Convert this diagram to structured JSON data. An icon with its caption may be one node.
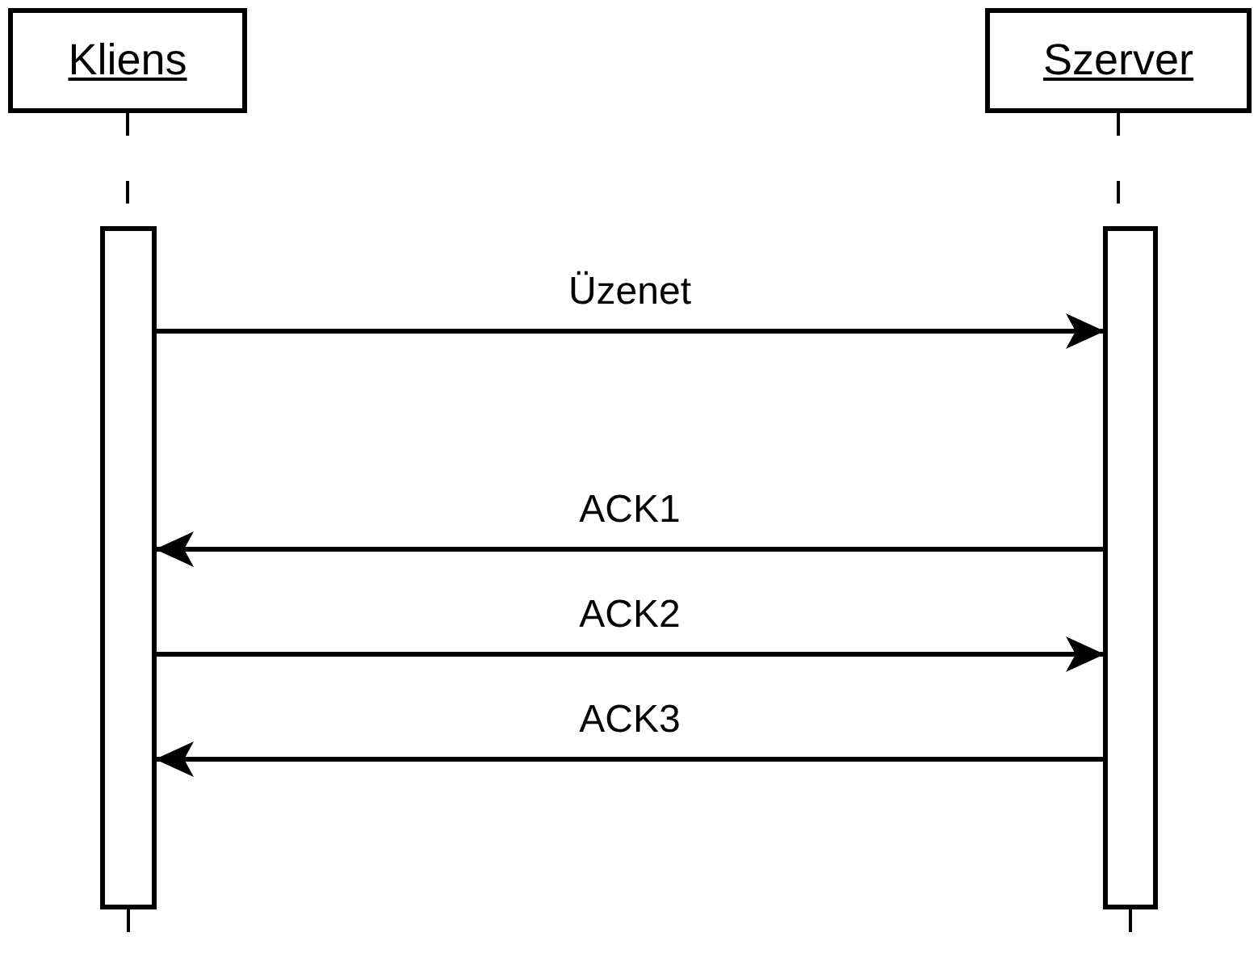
{
  "diagram": {
    "nodes": [
      {
        "text": [
          "Kliens"
        ]
      },
      {
        "text": [
          "Szerver"
        ]
      },
      {
        "text": [],
        "shape": "bar"
      },
      {
        "text": [],
        "shape": "bar"
      }
    ],
    "edges": [
      {
        "from": 0,
        "to": 2,
        "arrow": "none",
        "style": "dashed"
      },
      {
        "from": 1,
        "to": 3,
        "arrow": "none",
        "style": "dashed"
      },
      {
        "from": 2,
        "to": 3,
        "arrow": "to",
        "label": "Üzenet"
      },
      {
        "from": 3,
        "to": 2,
        "arrow": "to",
        "label": "ACK1"
      },
      {
        "from": 2,
        "to": 3,
        "arrow": "to",
        "label": "ACK2"
      },
      {
        "from": 3,
        "to": 2,
        "arrow": "to",
        "label": "ACK3"
      },
      {
        "from": 2,
        "to": null,
        "arrow": "none",
        "style": "dashed"
      },
      {
        "from": 3,
        "to": null,
        "arrow": "none",
        "style": "dashed"
      }
    ]
  }
}
